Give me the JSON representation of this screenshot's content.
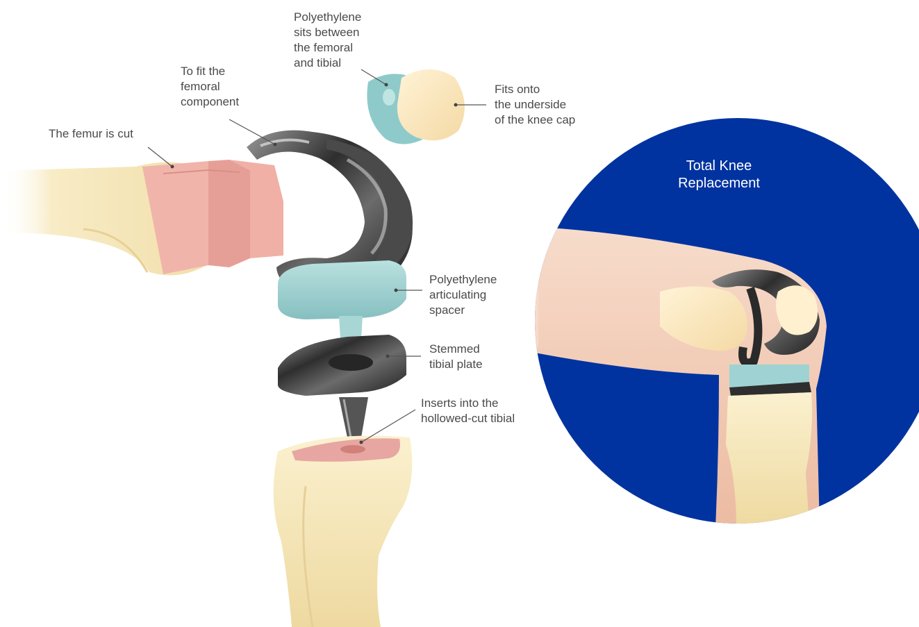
{
  "diagram": {
    "title": "Total Knee\nReplacement",
    "labels": {
      "femur_cut": "The femur is cut",
      "fit_femoral": "To fit the\nfemoral\ncomponent",
      "poly_between": "Polyethylene\nsits between\nthe femoral\nand tibial",
      "knee_cap": "Fits onto\nthe underside\nof the knee cap",
      "spacer": "Polyethylene\narticulating\nspacer",
      "stemmed": "Stemmed\ntibial plate",
      "inserts": "Inserts into the\nhollowed-cut tibial"
    },
    "colors": {
      "circle": "#0033a0",
      "bone": "#f6e6b4",
      "cut_surface": "#e9a8a0",
      "metal": "#3a3a3a",
      "poly": "#9fd3d3",
      "skin": "#f2c9b3"
    }
  }
}
